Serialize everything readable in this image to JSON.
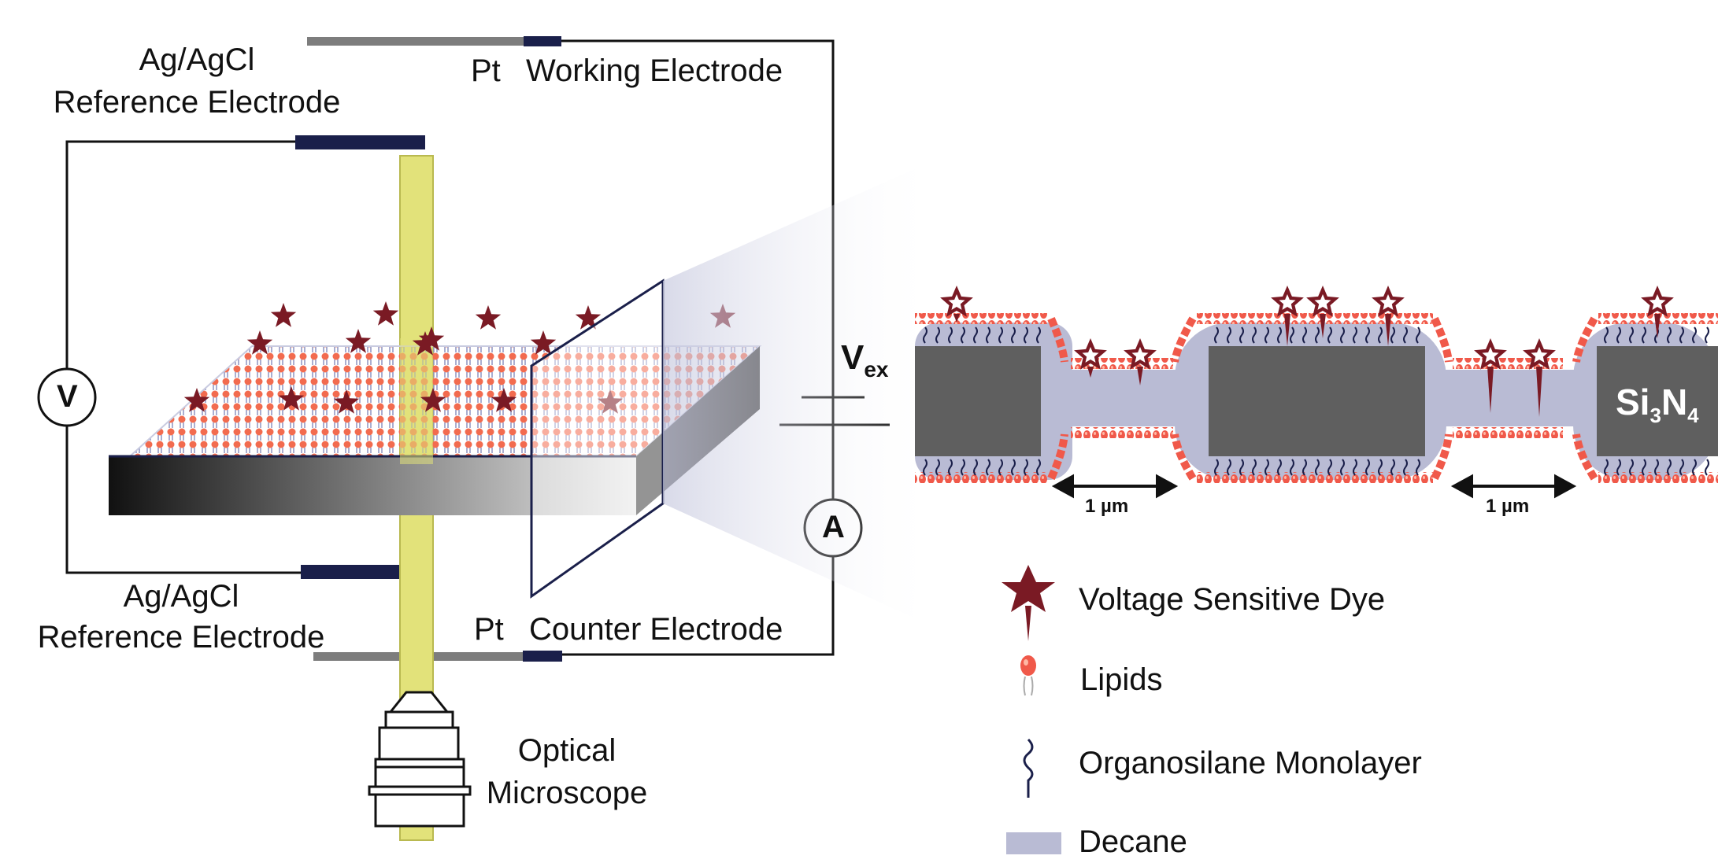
{
  "labels": {
    "ref_electrode_top_line1": "Ag/AgCl",
    "ref_electrode_top_line2": "Reference Electrode",
    "working_electrode_prefix": "Pt",
    "working_electrode": "Working Electrode",
    "ref_electrode_bottom_line1": "Ag/AgCl",
    "ref_electrode_bottom_line2": "Reference Electrode",
    "counter_electrode_prefix": "Pt",
    "counter_electrode": "Counter Electrode",
    "microscope_line1": "Optical",
    "microscope_line2": "Microscope",
    "voltmeter": "V",
    "ammeter": "A",
    "vex_main": "V",
    "vex_sub": "ex",
    "si_a": "Si",
    "si_b": "3",
    "si_c": "N",
    "si_d": "4",
    "scale_left": "1 µm",
    "scale_right": "1 µm"
  },
  "legend": [
    {
      "icon": "voltage-sensitive-dye-icon",
      "label": "Voltage Sensitive Dye"
    },
    {
      "icon": "lipid-icon",
      "label": "Lipids"
    },
    {
      "icon": "organosilane-icon",
      "label": "Organosilane Monolayer"
    },
    {
      "icon": "decane-icon",
      "label": "Decane"
    }
  ],
  "colors": {
    "dye": "#7a1a24",
    "lipid_head": "#f26b4f",
    "lipid_tail": "#9aa0c8",
    "decane": "#b9bbd4",
    "substrate": "#5f5f5f",
    "electrode": "#1a1f4a",
    "light_beam": "#e2e27a",
    "wire": "#111111"
  }
}
